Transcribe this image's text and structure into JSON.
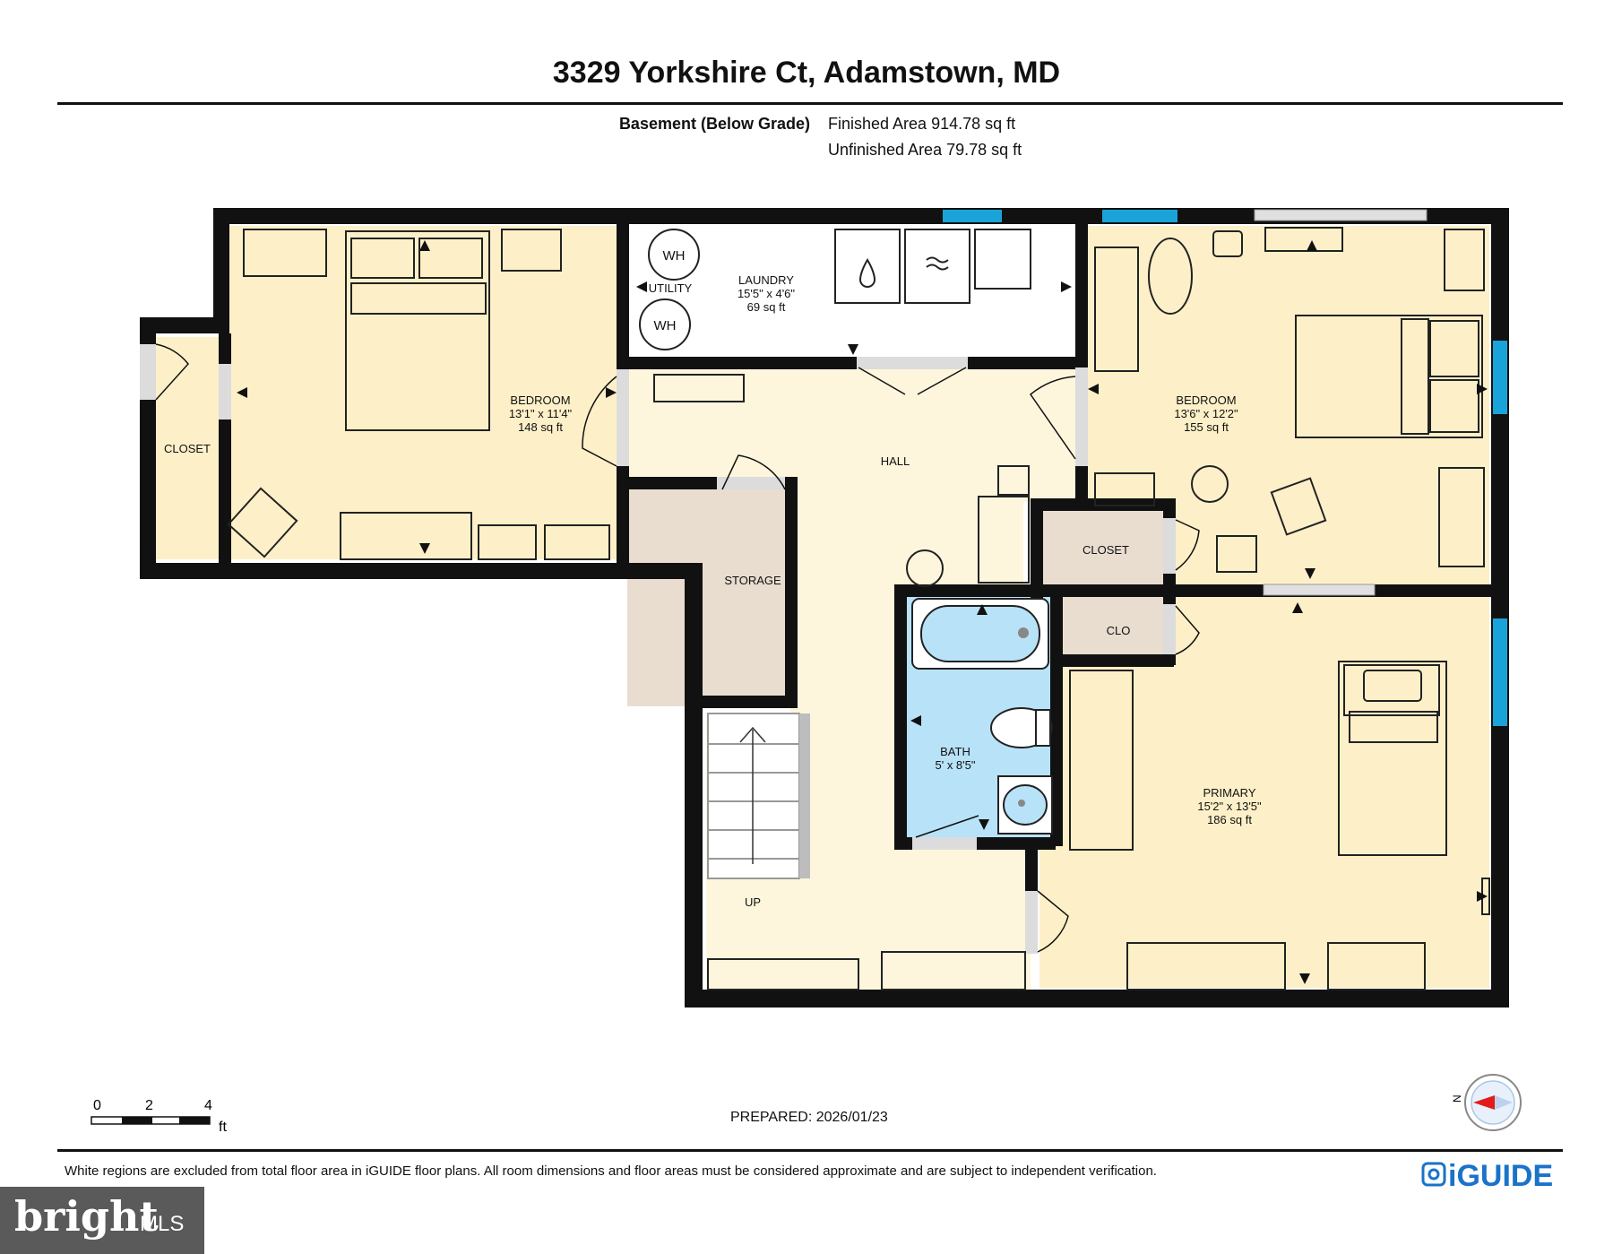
{
  "header": {
    "title": "3329 Yorkshire Ct, Adamstown, MD",
    "level_name": "Basement (Below Grade)",
    "finished_area": "Finished Area 914.78 sq ft",
    "unfinished_area": "Unfinished Area 79.78 sq ft"
  },
  "rooms": {
    "bedroom_west": {
      "name": "BEDROOM",
      "dims": "13'1\" x 11'4\"",
      "area": "148 sq ft"
    },
    "closet_west": {
      "name": "CLOSET"
    },
    "laundry": {
      "name": "LAUNDRY",
      "dims": "15'5\" x 4'6\"",
      "area": "69 sq ft"
    },
    "utility": {
      "name": "UTILITY"
    },
    "water_heater": {
      "label": "WH"
    },
    "hall": {
      "name": "HALL"
    },
    "storage": {
      "name": "STORAGE"
    },
    "stairs": {
      "label": "UP"
    },
    "bedroom_east": {
      "name": "BEDROOM",
      "dims": "13'6\" x 12'2\"",
      "area": "155 sq ft"
    },
    "closet_east": {
      "name": "CLOSET"
    },
    "clo": {
      "name": "CLO"
    },
    "bath": {
      "name": "BATH",
      "dims": "5' x 8'5\""
    },
    "primary": {
      "name": "PRIMARY",
      "dims": "15'2\" x 13'5\"",
      "area": "186 sq ft"
    }
  },
  "scale_bar": {
    "ticks": [
      "0",
      "2",
      "4"
    ],
    "unit": "ft"
  },
  "compass": {
    "label": "N"
  },
  "footer": {
    "prepared": "PREPARED: 2026/01/23",
    "disclaimer": "White regions are excluded from total floor area in iGUIDE floor plans. All room dimensions and floor areas must be considered approximate and are subject to independent verification.",
    "brand": "iGUIDE",
    "watermark_brand": "bright",
    "watermark_suffix": "MLS"
  },
  "colors": {
    "wall": "#111111",
    "bedroom_fill": "#fdf0c8",
    "hall_fill": "#fdf6dc",
    "storage_fill": "#e9ddd0",
    "bath_fill": "#b8e2f8",
    "window": "#1aa3d8",
    "brand_blue": "#1a73c9"
  }
}
